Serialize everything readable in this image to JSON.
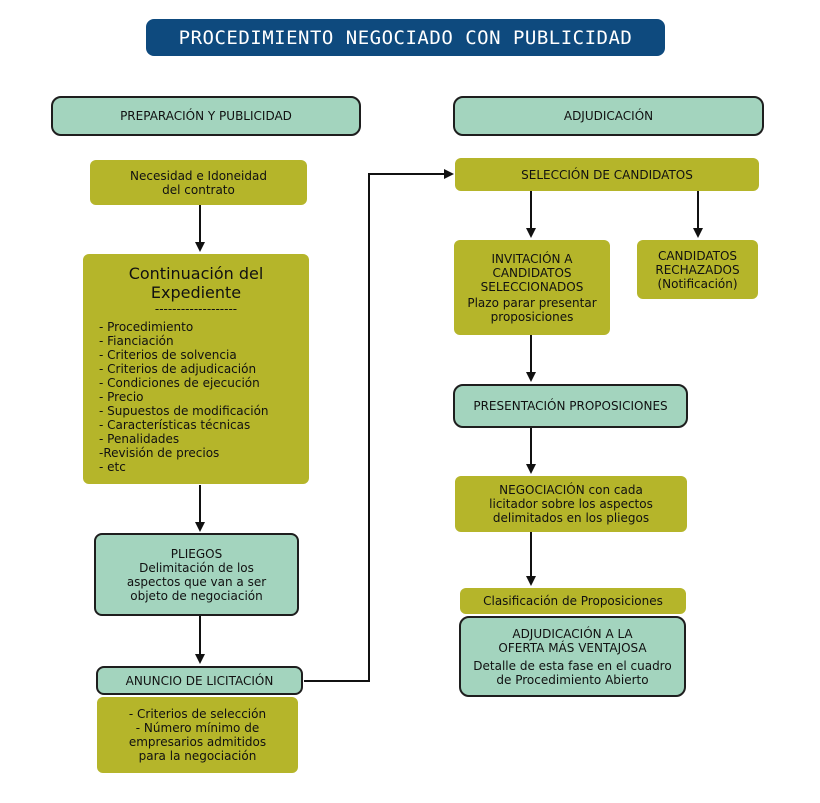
{
  "title": "PROCEDIMIENTO NEGOCIADO CON PUBLICIDAD",
  "left_column": {
    "header": "PREPARACIÓN Y PUBLICIDAD",
    "necesidad": [
      "Necesidad e Idoneidad",
      "del contrato"
    ],
    "continuacion": {
      "title_line1": "Continuación del",
      "title_line2": "Expediente",
      "separator": "-------------------",
      "items": [
        "- Procedimiento",
        "- Fianciación",
        "- Criterios de solvencia",
        "- Criterios de adjudicación",
        "- Condiciones de ejecución",
        "- Precio",
        "- Supuestos de modificación",
        "- Características técnicas",
        "- Penalidades",
        "-Revisión de precios",
        "- etc"
      ]
    },
    "pliegos": [
      "PLIEGOS",
      "Delimitación de los",
      "aspectos que van a ser",
      "objeto de negociación"
    ],
    "anuncio": "ANUNCIO DE LICITACIÓN",
    "anuncio_details": [
      "- Criterios de selección",
      "- Número mínimo de",
      "empresarios admitidos",
      "para la negociación"
    ]
  },
  "right_column": {
    "header": "ADJUDICACIÓN",
    "seleccion": "SELECCIÓN DE CANDIDATOS",
    "invitacion": [
      "INVITACIÓN A",
      "CANDIDATOS",
      "SELECCIONADOS",
      "Plazo parar presentar",
      "proposiciones"
    ],
    "rechazados": [
      "CANDIDATOS",
      "RECHAZADOS",
      "(Notificación)"
    ],
    "presentacion": "PRESENTACIÓN PROPOSICIONES",
    "negociacion": [
      "NEGOCIACIÓN con cada",
      "licitador sobre los aspectos",
      "delimitados en los pliegos"
    ],
    "clasificacion": "Clasificación de Proposiciones",
    "adjudicacion": [
      "ADJUDICACIÓN A LA",
      "OFERTA MÁS VENTAJOSA",
      "Detalle de esta fase en el cuadro",
      "de Procedimiento Abierto"
    ]
  },
  "colors": {
    "title_bg": "#0e4a7e",
    "mint": "#a3d4be",
    "olive": "#b5b52a",
    "arrow": "#111111"
  }
}
